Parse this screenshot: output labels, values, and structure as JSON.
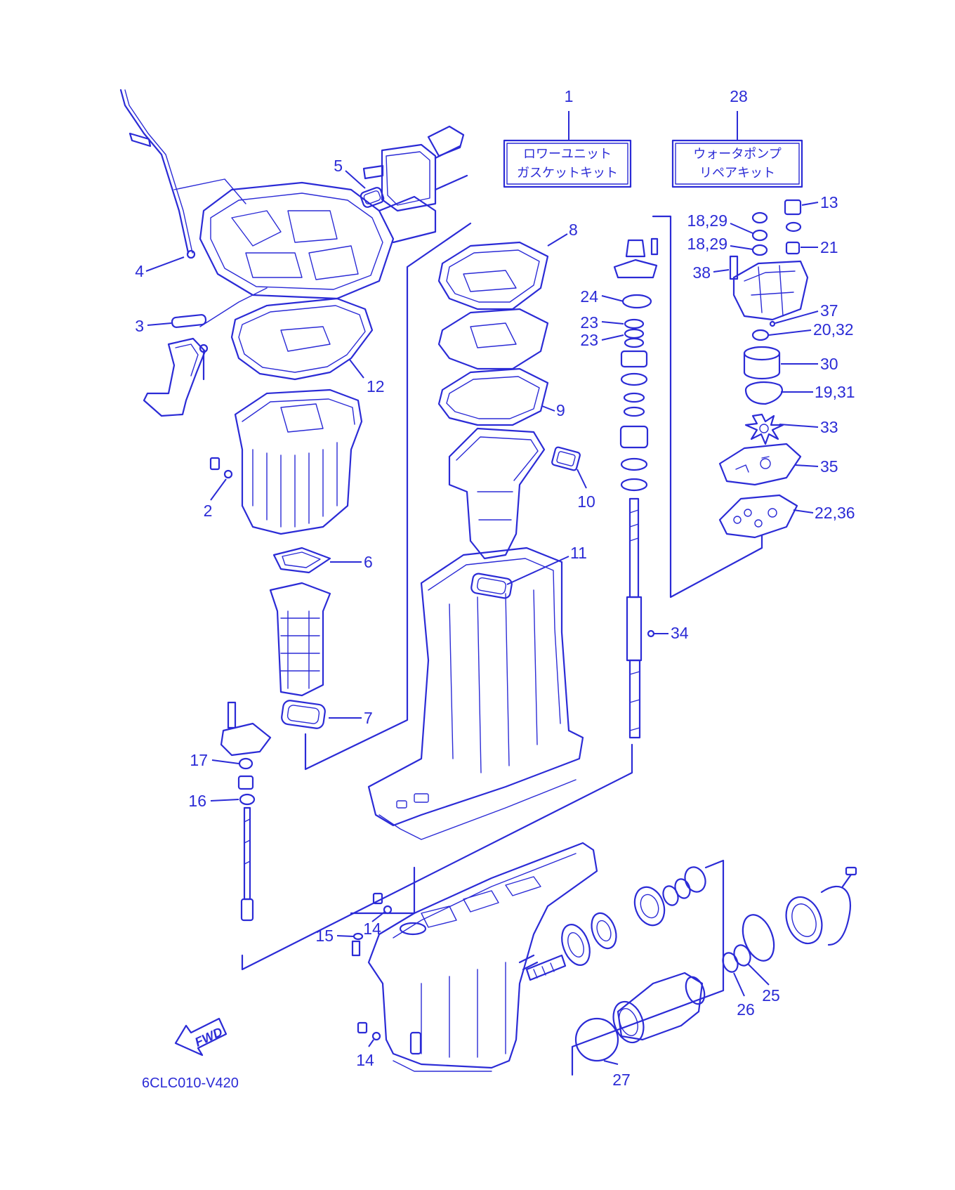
{
  "diagram": {
    "ink_color": "#2b2bd6",
    "background": "#ffffff",
    "kits": [
      {
        "number": "1",
        "line1": "ロワーユニット",
        "line2": "ガスケットキット"
      },
      {
        "number": "28",
        "line1": "ウォータポンプ",
        "line2": "リペアキット"
      }
    ],
    "callouts": {
      "c2": "2",
      "c3": "3",
      "c4": "4",
      "c5": "5",
      "c6": "6",
      "c7": "7",
      "c8": "8",
      "c9": "9",
      "c10": "10",
      "c11": "11",
      "c12": "12",
      "c13": "13",
      "c14a": "14",
      "c14b": "14",
      "c15": "15",
      "c16": "16",
      "c17": "17",
      "c18a": "18,29",
      "c18b": "18,29",
      "c19": "19,31",
      "c20": "20,32",
      "c21": "21",
      "c22": "22,36",
      "c23a": "23",
      "c23b": "23",
      "c24": "24",
      "c25": "25",
      "c26": "26",
      "c27": "27",
      "c30": "30",
      "c33": "33",
      "c34": "34",
      "c35": "35",
      "c37": "37",
      "c38": "38"
    },
    "fwd_label": "FWD",
    "drawing_code": "6CLC010-V420"
  }
}
